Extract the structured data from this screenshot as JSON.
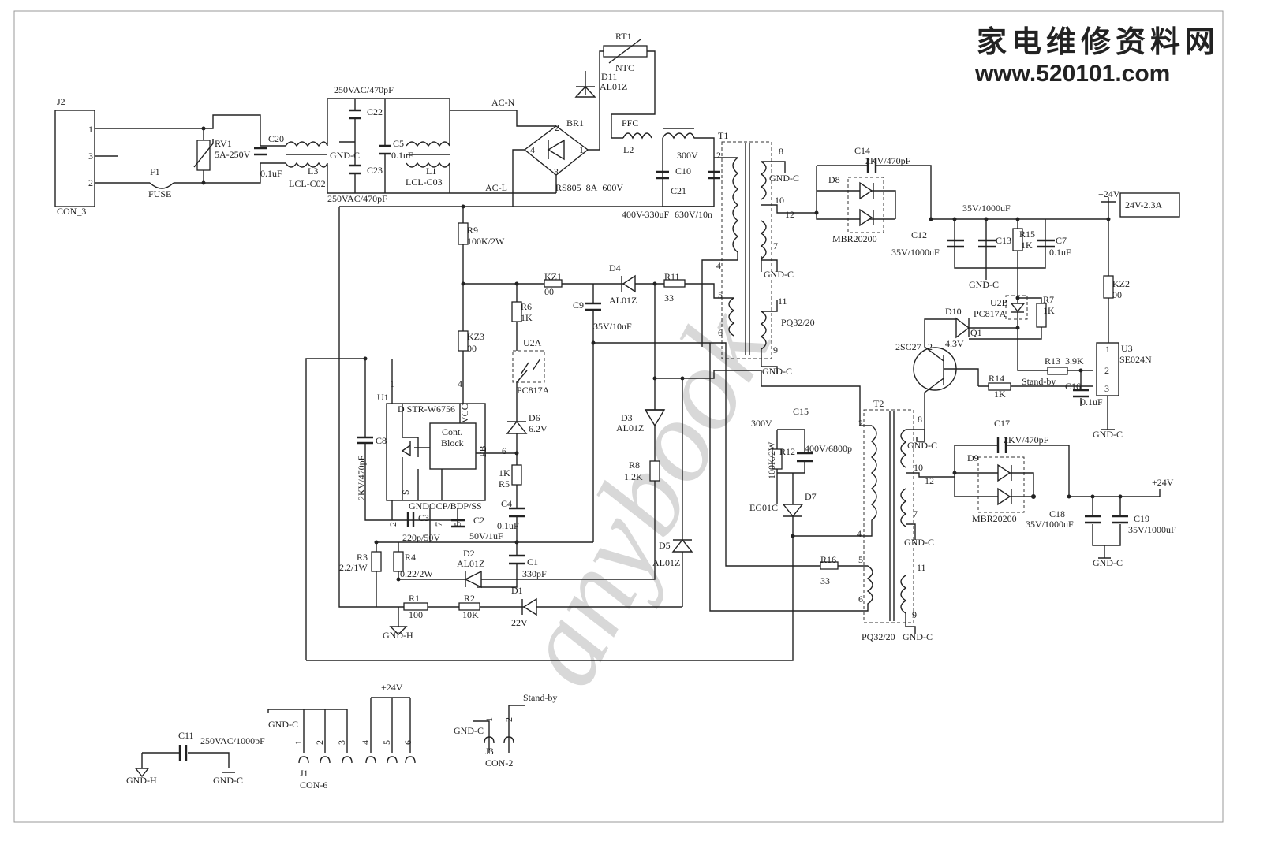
{
  "header": {
    "site_name": "家电维修资料网",
    "site_url": "www.520101.com"
  },
  "watermark": "anybook",
  "labels": {
    "j2": "J2",
    "j2_p1": "1",
    "j2_p3": "3",
    "j2_p2": "2",
    "con3": "CON_3",
    "rv1": "RV1",
    "rv1_v": "5A-250V",
    "c20": "C20",
    "c20_v": "0.1uF",
    "l3": "L3",
    "l3_v": "LCL-C02",
    "f1": "F1",
    "fuse": "FUSE",
    "c22_v": "250VAC/470pF",
    "c22": "C22",
    "gndc_1": "GND-C",
    "c23": "C23",
    "c23_v": "250VAC/470pF",
    "c5": "C5",
    "c5_v": "0.1uF",
    "l1": "L1",
    "l1_v": "LCL-C03",
    "acn": "AC-N",
    "acl": "AC-L",
    "br1": "BR1",
    "br1_2": "2",
    "br1_4": "4",
    "br1_1": "1",
    "br1_3": "3",
    "br1_v": "RS805_8A_600V",
    "rt1": "RT1",
    "ntc": "NTC",
    "d11": "D11",
    "d11_v": "AL01Z",
    "pfc": "PFC",
    "l2": "L2",
    "v300_1": "300V",
    "c10": "C10",
    "c21": "C21",
    "c21_v": "400V-330uF",
    "c10_v": "630V/10n",
    "t1": "T1",
    "t1_2": "2",
    "t1_4": "4",
    "t1_5": "5",
    "t1_6": "6",
    "t1_8": "8",
    "t1_10": "10",
    "t1_12": "12",
    "t1_7": "7",
    "t1_11": "11",
    "t1_9": "9",
    "gndc_2": "GND-C",
    "gndc_3": "GND-C",
    "pq1": "PQ32/20",
    "gndc_4": "GND-C",
    "c14": "C14",
    "c14_v": "2KV/470pF",
    "d8": "D8",
    "d8_v": "MBR20200",
    "rail_v": "35V/1000uF",
    "c12": "C12",
    "c12_v": "35V/1000uF",
    "c13": "C13",
    "r15": "R15",
    "r15_v": "1K",
    "c7": "C7",
    "c7_v": "0.1uF",
    "gndc_5": "GND-C",
    "p24_1": "+24V",
    "out_box": "24V-2.3A",
    "kz2": "KZ2",
    "kz2_v": "00",
    "u2b": "U2B",
    "u2b_v": "PC817A",
    "r7": "R7",
    "r7_v": "1K",
    "d10": "D10",
    "d10_v": "4.3V",
    "q1": "Q1",
    "q_type": "2SC27",
    "q_pin2": "2",
    "r13": "R13",
    "r13_v": "3.9K",
    "r14": "R14",
    "r14_v": "1K",
    "standby_1": "Stand-by",
    "c16": "C16",
    "c16_v": "0.1uF",
    "u3": "U3",
    "u3_v": "SE024N",
    "u3_1": "1",
    "u3_2": "2",
    "u3_3": "3",
    "gndc_6": "GND-C",
    "r9": "R9",
    "r9_v": "100K/2W",
    "kz1": "KZ1",
    "kz1_v": "00",
    "d4": "D4",
    "d4_v": "AL01Z",
    "r11": "R11",
    "r11_v": "33",
    "c9": "C9",
    "c9_v": "35V/10uF",
    "r6": "R6",
    "r6_v": "1K",
    "kz3": "KZ3",
    "kz3_v": "00",
    "u2a": "U2A",
    "u2a_v": "PC817A",
    "u1": "U1",
    "u1_p1": "1",
    "u1_p4": "4",
    "u1_name": "D STR-W6756",
    "vcc": "VCC",
    "cont": "Cont.",
    "block": "Block",
    "fb": "FB",
    "u1_p6": "6",
    "c8": "C8",
    "c8_v": "2KV/470pF",
    "s": "S",
    "u1_pins": "GNDOCP/BDP/SS",
    "d6": "D6",
    "d6_v": "6.2V",
    "r5_v": "1K",
    "r5": "R5",
    "c4": "C4",
    "c4_v": "0.1uF",
    "u1_p2": "2",
    "c3": "C3",
    "u1_p7": "7",
    "u1_p5": "5",
    "c2": "C2",
    "c3_v": "220p/50V",
    "c2_v": "50V/1uF",
    "r3": "R3",
    "r3_v": "2.2/1W",
    "r4": "R4",
    "r4_v": "0.22/2W",
    "d2": "D2",
    "d2_v": "AL01Z",
    "c1": "C1",
    "c1_v": "330pF",
    "r1": "R1",
    "r1_v": "100",
    "r2": "R2",
    "r2_v": "10K",
    "d1": "D1",
    "d1_v": "22V",
    "gndh_1": "GND-H",
    "d3": "D3",
    "d3_v": "AL01Z",
    "r8": "R8",
    "r8_v": "1.2K",
    "d5": "D5",
    "d5_v": "AL01Z",
    "t2": "T2",
    "t2_2": "2",
    "t2_4": "4",
    "t2_5": "5",
    "t2_6": "6",
    "t2_8": "8",
    "t2_10": "10",
    "t2_12": "12",
    "t2_7": "7",
    "t2_11": "11",
    "t2_9": "9",
    "gndc_7": "GND-C",
    "gndc_8": "GND-C",
    "pq2": "PQ32/20",
    "gndc_9": "GND-C",
    "v300_2": "300V",
    "c15": "C15",
    "r12": "R12",
    "r12_v": "100K/2W",
    "c15_v": "400V/6800p",
    "d7": "D7",
    "d7_v": "EG01C",
    "r16": "R16",
    "r16_v": "33",
    "c17": "C17",
    "c17_v": "2KV/470pF",
    "d9": "D9",
    "d9_v": "MBR20200",
    "c18": "C18",
    "c18_v": "35V/1000uF",
    "c19": "C19",
    "c19_v": "35V/1000uF",
    "p24_2": "+24V",
    "gndc_10": "GND-C",
    "c11": "C11",
    "c11_v": "250VAC/1000pF",
    "gndh_2": "GND-H",
    "gndc_11": "GND-C",
    "gndc_12": "GND-C",
    "j1_1": "1",
    "j1_2": "2",
    "j1_3": "3",
    "j1_4": "4",
    "j1_5": "5",
    "j1_6": "6",
    "j1": "J1",
    "con6": "CON-6",
    "p24_3": "+24V",
    "gndc_13": "GND-C",
    "j3_1": "1",
    "j3_2": "2",
    "standby_2": "Stand-by",
    "j3": "J3",
    "con2": "CON-2"
  }
}
